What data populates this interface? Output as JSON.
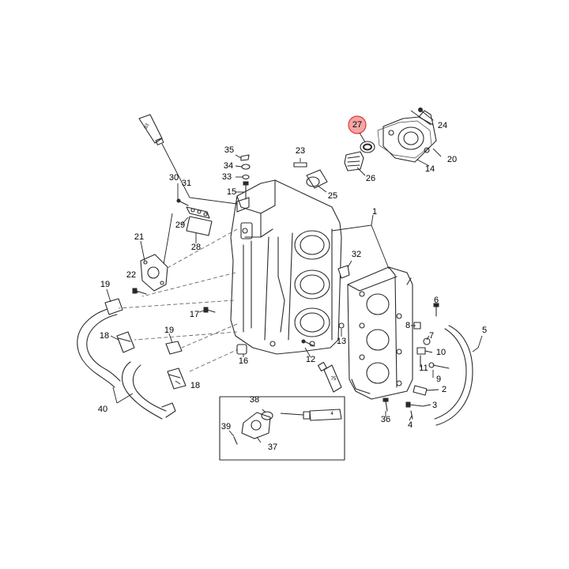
{
  "callouts": {
    "c1": "1",
    "c2": "2",
    "c3": "3",
    "c4": "4",
    "c5": "5",
    "c6": "6",
    "c7": "7",
    "c8": "8",
    "c9": "9",
    "c10": "10",
    "c11": "11",
    "c12": "12",
    "c13": "13",
    "c14": "14",
    "c15": "15",
    "c16": "16",
    "c17": "17",
    "c18a": "18",
    "c18b": "18",
    "c19a": "19",
    "c19b": "19",
    "c20": "20",
    "c21": "21",
    "c22": "22",
    "c23": "23",
    "c24": "24",
    "c25": "25",
    "c26": "26",
    "c27": "27",
    "c28": "28",
    "c29": "29",
    "c30": "30",
    "c31": "31",
    "c32": "32",
    "c33": "33",
    "c34": "34",
    "c35": "35",
    "c36": "36",
    "c37": "37",
    "c38": "38",
    "c39": "39",
    "c40": "40"
  },
  "tube_labels": {
    "tube33": "33",
    "tube75": "75",
    "tube4": "4"
  },
  "highlight": {
    "callout": "27",
    "color": "#f4a5a5",
    "stroke": "#e23a3a"
  },
  "colors": {
    "line": "#2a2a2a",
    "background": "#ffffff"
  }
}
